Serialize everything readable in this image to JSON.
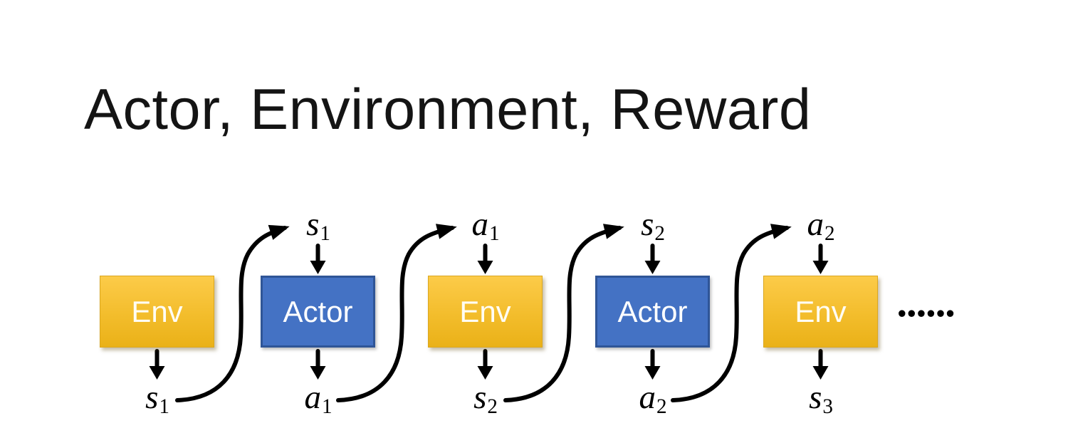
{
  "title": "Actor, Environment, Reward",
  "diagram": {
    "boxes": [
      {
        "label": "Env"
      },
      {
        "label": "Actor"
      },
      {
        "label": "Env"
      },
      {
        "label": "Actor"
      },
      {
        "label": "Env"
      }
    ],
    "top_labels": [
      {
        "var": "s",
        "sub": "1"
      },
      {
        "var": "a",
        "sub": "1"
      },
      {
        "var": "s",
        "sub": "2"
      },
      {
        "var": "a",
        "sub": "2"
      }
    ],
    "bottom_labels": [
      {
        "var": "s",
        "sub": "1"
      },
      {
        "var": "a",
        "sub": "1"
      },
      {
        "var": "s",
        "sub": "2"
      },
      {
        "var": "a",
        "sub": "2"
      },
      {
        "var": "s",
        "sub": "3"
      }
    ],
    "ellipsis": "••••••",
    "colors": {
      "env_gradient_top": "#FCCB49",
      "env_gradient_bottom": "#EAB118",
      "actor_fill": "#4472C4",
      "actor_border": "#2F5597",
      "arrow": "#000000",
      "title_text": "#141414",
      "box_text": "#FFFFFF"
    }
  }
}
